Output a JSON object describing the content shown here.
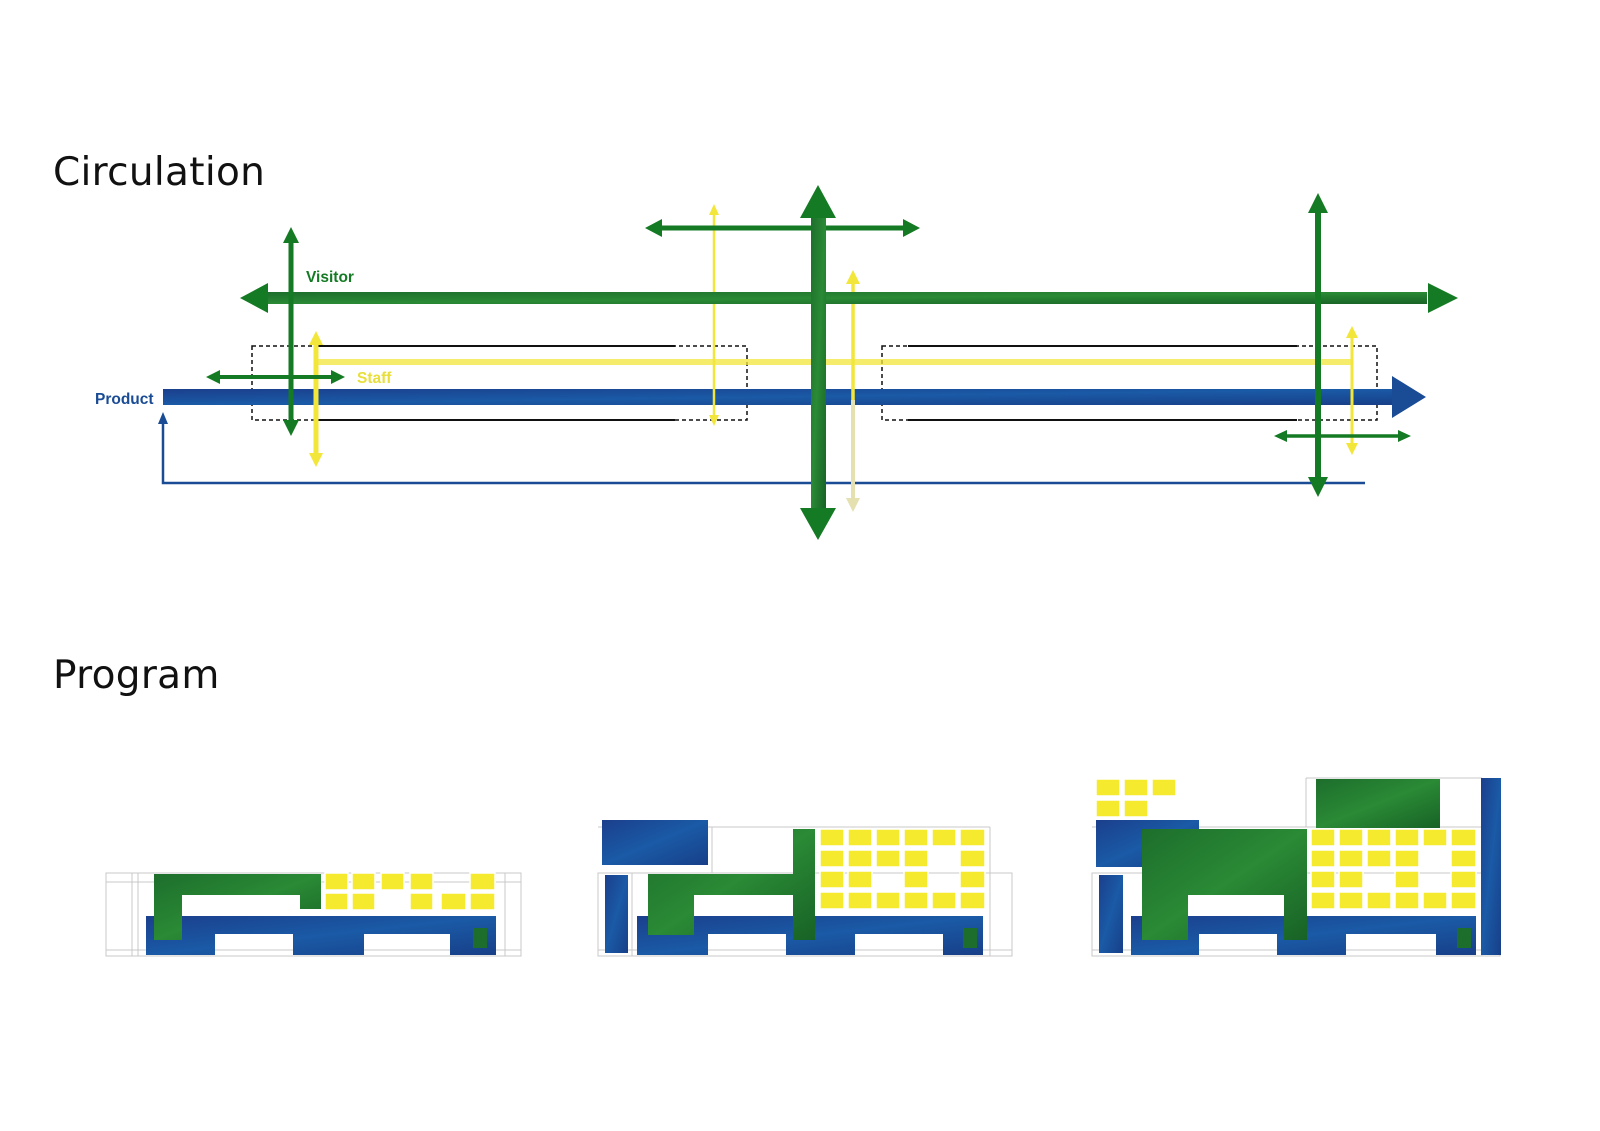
{
  "sections": {
    "circulation": "Circulation",
    "program": "Program"
  },
  "labels": {
    "visitor": "Visitor",
    "staff": "Staff",
    "product": "Product"
  },
  "colors": {
    "visitor": "#157a24",
    "staff": "#f2e63a",
    "staff_faded": "#e4e0b0",
    "product": "#1a4b95",
    "text": "#111111"
  },
  "icons": {
    "arrow_head": "arrow-head-icon"
  }
}
